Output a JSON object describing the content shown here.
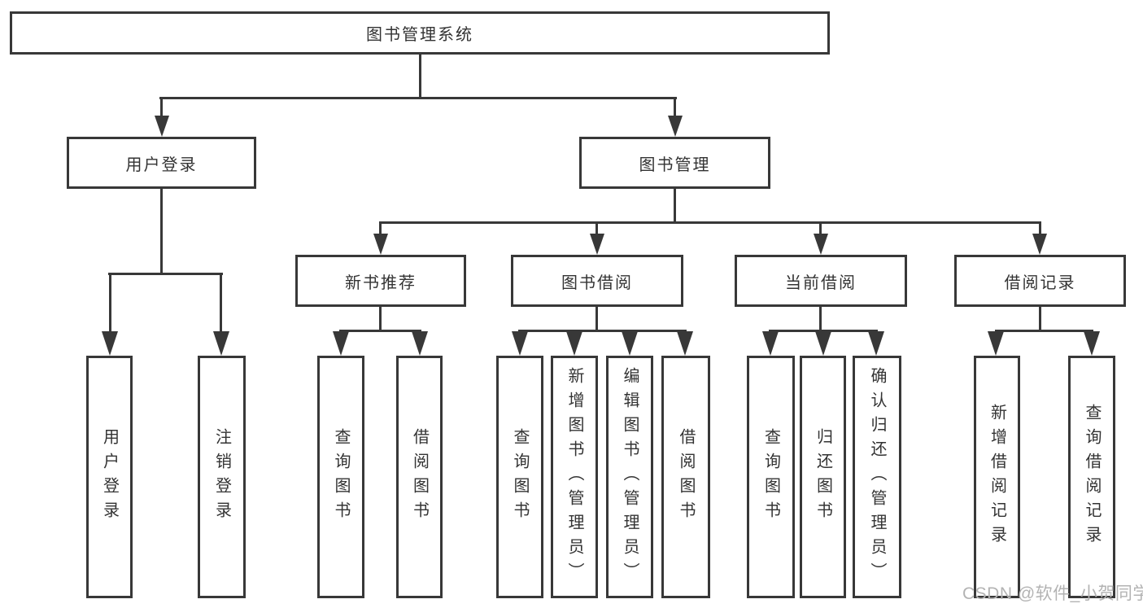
{
  "diagram": {
    "root": {
      "label": "图书管理系统"
    },
    "level2": [
      {
        "label": "用户登录"
      },
      {
        "label": "图书管理"
      }
    ],
    "level3": [
      {
        "label": "新书推荐"
      },
      {
        "label": "图书借阅"
      },
      {
        "label": "当前借阅"
      },
      {
        "label": "借阅记录"
      }
    ],
    "leaves": {
      "user_login": [
        "用户登录",
        "注销登录"
      ],
      "new_book_recommend": [
        "查询图书",
        "借阅图书"
      ],
      "book_borrow": [
        "查询图书",
        "新增图书（管理员）",
        "编辑图书（管理员）",
        "借阅图书"
      ],
      "current_borrow": [
        "查询图书",
        "归还图书",
        "确认归还（管理员）"
      ],
      "borrow_records": [
        "新增借阅记录",
        "查询借阅记录"
      ]
    },
    "watermark": "CSDN @软件_小贺同学",
    "colors": {
      "line": "#383838",
      "text": "#333333",
      "background": "#ffffff",
      "watermark": "#b3b3b3"
    }
  }
}
